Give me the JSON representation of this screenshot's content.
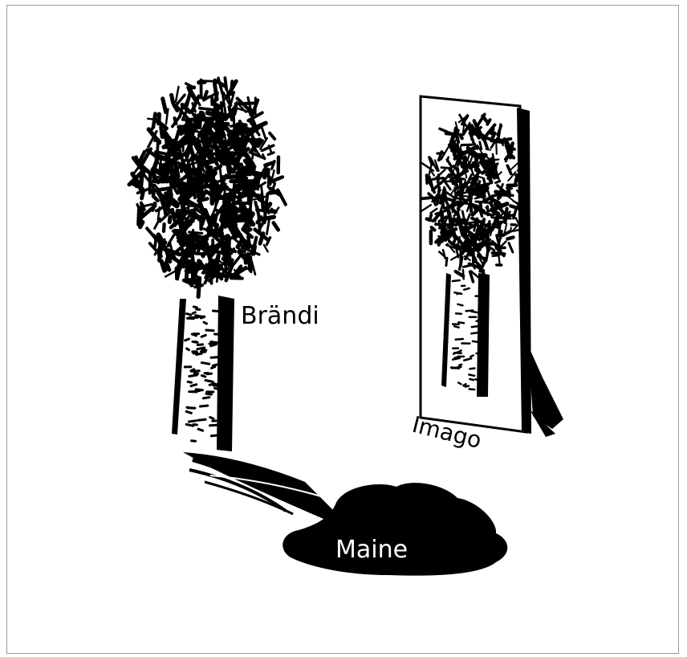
{
  "labels": {
    "tree": "Brändi",
    "picture": "Imago",
    "shadow": "Maine"
  },
  "colors": {
    "ink": "#000000",
    "paper": "#ffffff",
    "frame": "#9a9a9a"
  }
}
